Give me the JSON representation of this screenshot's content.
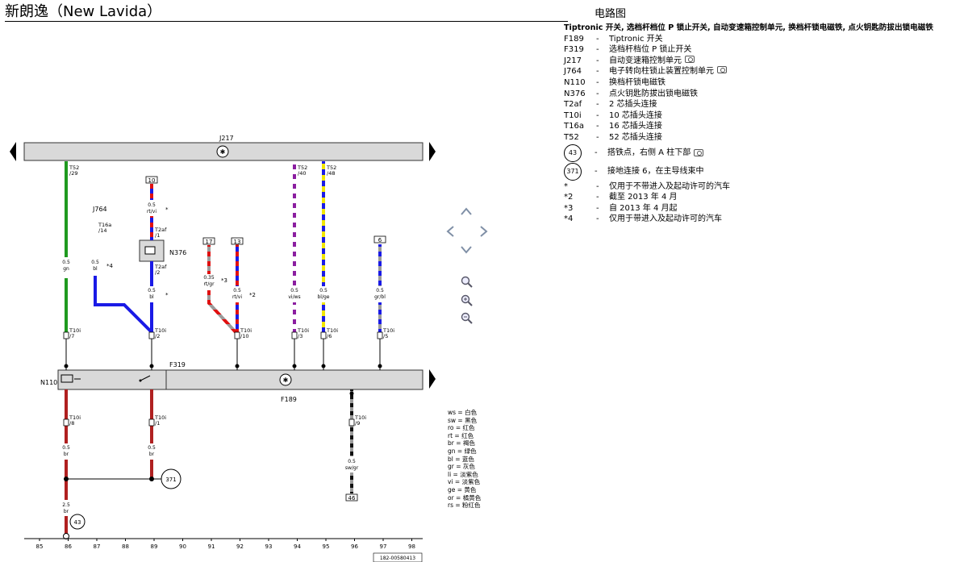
{
  "page": {
    "title": "新朗逸（New Lavida）",
    "header": "电路图"
  },
  "legend": {
    "heading": "Tiptronic 开关, 选档杆档位 P 锁止开关, 自动变速箱控制单元, 换档杆锁电磁铁, 点火钥匙防拔出锁电磁铁",
    "items": [
      {
        "code": "F189",
        "desc": "Tiptronic 开关",
        "cam": false
      },
      {
        "code": "F319",
        "desc": "选档杆档位 P 锁止开关",
        "cam": false
      },
      {
        "code": "J217",
        "desc": "自动变速箱控制单元",
        "cam": true
      },
      {
        "code": "J764",
        "desc": "电子转向柱锁止装置控制单元",
        "cam": true
      },
      {
        "code": "N110",
        "desc": "换档杆锁电磁铁",
        "cam": false
      },
      {
        "code": "N376",
        "desc": "点火钥匙防拔出锁电磁铁",
        "cam": false
      },
      {
        "code": "T2af",
        "desc": "2 芯插头连接",
        "cam": false
      },
      {
        "code": "T10i",
        "desc": "10 芯插头连接",
        "cam": false
      },
      {
        "code": "T16a",
        "desc": "16 芯插头连接",
        "cam": false
      },
      {
        "code": "T52",
        "desc": "52 芯插头连接",
        "cam": false
      }
    ],
    "grounds": [
      {
        "num": "43",
        "desc": "搭铁点，右侧 A 柱下部",
        "cam": true
      },
      {
        "num": "371",
        "desc": "接地连接 6，在主导线束中",
        "cam": false
      }
    ],
    "notes": [
      {
        "mark": "*",
        "desc": "仅用于不带进入及起动许可的汽车"
      },
      {
        "mark": "*2",
        "desc": "截至 2013 年 4 月"
      },
      {
        "mark": "*3",
        "desc": "自 2013 年 4 月起"
      },
      {
        "mark": "*4",
        "desc": "仅用于带进入及起动许可的汽车"
      }
    ]
  },
  "wire_colors": [
    "ws = 白色",
    "sw = 黑色",
    "ro = 红色",
    "rt = 红色",
    "br = 褐色",
    "gn = 绿色",
    "bl = 蓝色",
    "gr = 灰色",
    "li = 淡紫色",
    "vi = 淡紫色",
    "ge = 黄色",
    "or = 橘黄色",
    "rs = 粉红色"
  ],
  "diagram": {
    "components": {
      "j217": "J217",
      "j764": "J764",
      "n376": "N376",
      "n110": "N110",
      "f319": "F319",
      "f189": "F189"
    },
    "connectors": {
      "t52_29": [
        "T52",
        "/29"
      ],
      "t52_40": [
        "T52",
        "/40"
      ],
      "t52_48": [
        "T52",
        "/48"
      ],
      "t16a_14": [
        "T16a",
        "/14"
      ],
      "t2af_1": [
        "T2af",
        "/1"
      ],
      "t2af_2": [
        "T2af",
        "/2"
      ],
      "t10i_7": [
        "T10i",
        "/7"
      ],
      "t10i_2": [
        "T10i",
        "/2"
      ],
      "t10i_10": [
        "T10i",
        "/10"
      ],
      "t10i_3": [
        "T10i",
        "/3"
      ],
      "t10i_6": [
        "T10i",
        "/6"
      ],
      "t10i_5": [
        "T10i",
        "/5"
      ],
      "t10i_8": [
        "T10i",
        "/8"
      ],
      "t10i_1": [
        "T10i",
        "/1"
      ],
      "t10i_9": [
        "T10i",
        "/9"
      ]
    },
    "wires": {
      "w86": [
        "0.5",
        "gn"
      ],
      "w87": [
        "0.5",
        "bl"
      ],
      "w89a": [
        "0.5",
        "rt/vi"
      ],
      "w89b": [
        "0.5",
        "bl"
      ],
      "w91": [
        "0.35",
        "rt/gr"
      ],
      "w92": [
        "0.5",
        "rt/vi"
      ],
      "w94": [
        "0.5",
        "vi/ws"
      ],
      "w95": [
        "0.5",
        "bl/ge"
      ],
      "w97": [
        "0.5",
        "gr/bl"
      ],
      "w86b": [
        "0.5",
        "br"
      ],
      "w89c": [
        "0.5",
        "br"
      ],
      "w96": [
        "0.5",
        "sw/gr"
      ],
      "w86c": [
        "2.5",
        "br"
      ]
    },
    "boxes": {
      "b10": "10",
      "b17": "17",
      "b13": "13",
      "b6": "6",
      "b46": "46"
    },
    "stars": {
      "s89a": "*",
      "s87": "*4",
      "s89b": "*",
      "s91": "*3",
      "s92": "*2"
    },
    "grounds": {
      "g371": "371",
      "g43": "43"
    },
    "scale": [
      "85",
      "86",
      "87",
      "88",
      "89",
      "90",
      "91",
      "92",
      "93",
      "94",
      "95",
      "96",
      "97",
      "98"
    ],
    "doc_id": "182-00580413"
  }
}
